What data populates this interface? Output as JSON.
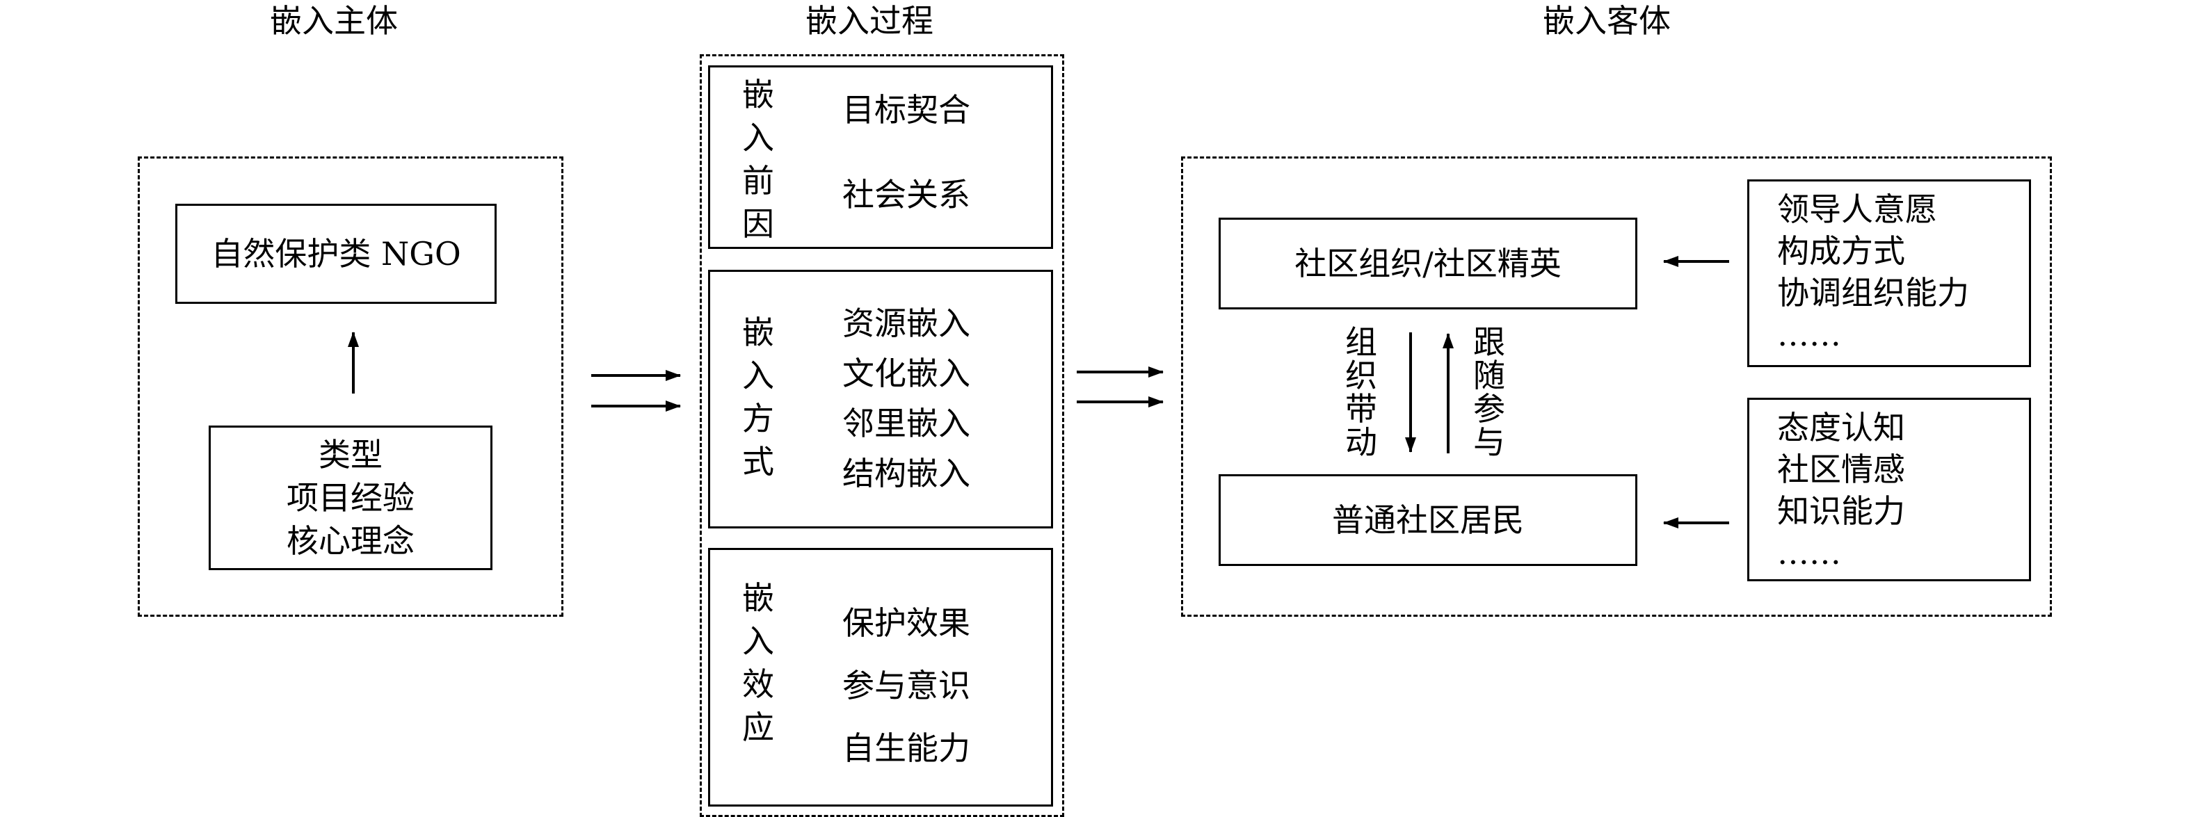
{
  "columns": {
    "subject_heading": "嵌入主体",
    "process_heading": "嵌入过程",
    "object_heading": "嵌入客体"
  },
  "subject": {
    "ngo_label": "自然保护类 NGO",
    "attributes": [
      "类型",
      "项目经验",
      "核心理念"
    ]
  },
  "process": {
    "antecedents": {
      "title_chars": [
        "嵌",
        "入",
        "前",
        "因"
      ],
      "items": [
        "目标契合",
        "社会关系"
      ]
    },
    "modes": {
      "title_chars": [
        "嵌",
        "入",
        "方",
        "式"
      ],
      "items": [
        "资源嵌入",
        "文化嵌入",
        "邻里嵌入",
        "结构嵌入"
      ]
    },
    "effects": {
      "title_chars": [
        "嵌",
        "入",
        "效",
        "应"
      ],
      "items": [
        "保护效果",
        "参与意识",
        "自生能力"
      ]
    }
  },
  "object": {
    "elite_label": "社区组织/社区精英",
    "residents_label": "普通社区居民",
    "lead_chars": [
      "组",
      "织",
      "带",
      "动"
    ],
    "follow_chars": [
      "跟",
      "随",
      "参",
      "与"
    ],
    "elite_factors": [
      "领导人意愿",
      "构成方式",
      "协调组织能力",
      "……"
    ],
    "resident_factors": [
      "态度认知",
      "社区情感",
      "知识能力",
      "……"
    ]
  }
}
